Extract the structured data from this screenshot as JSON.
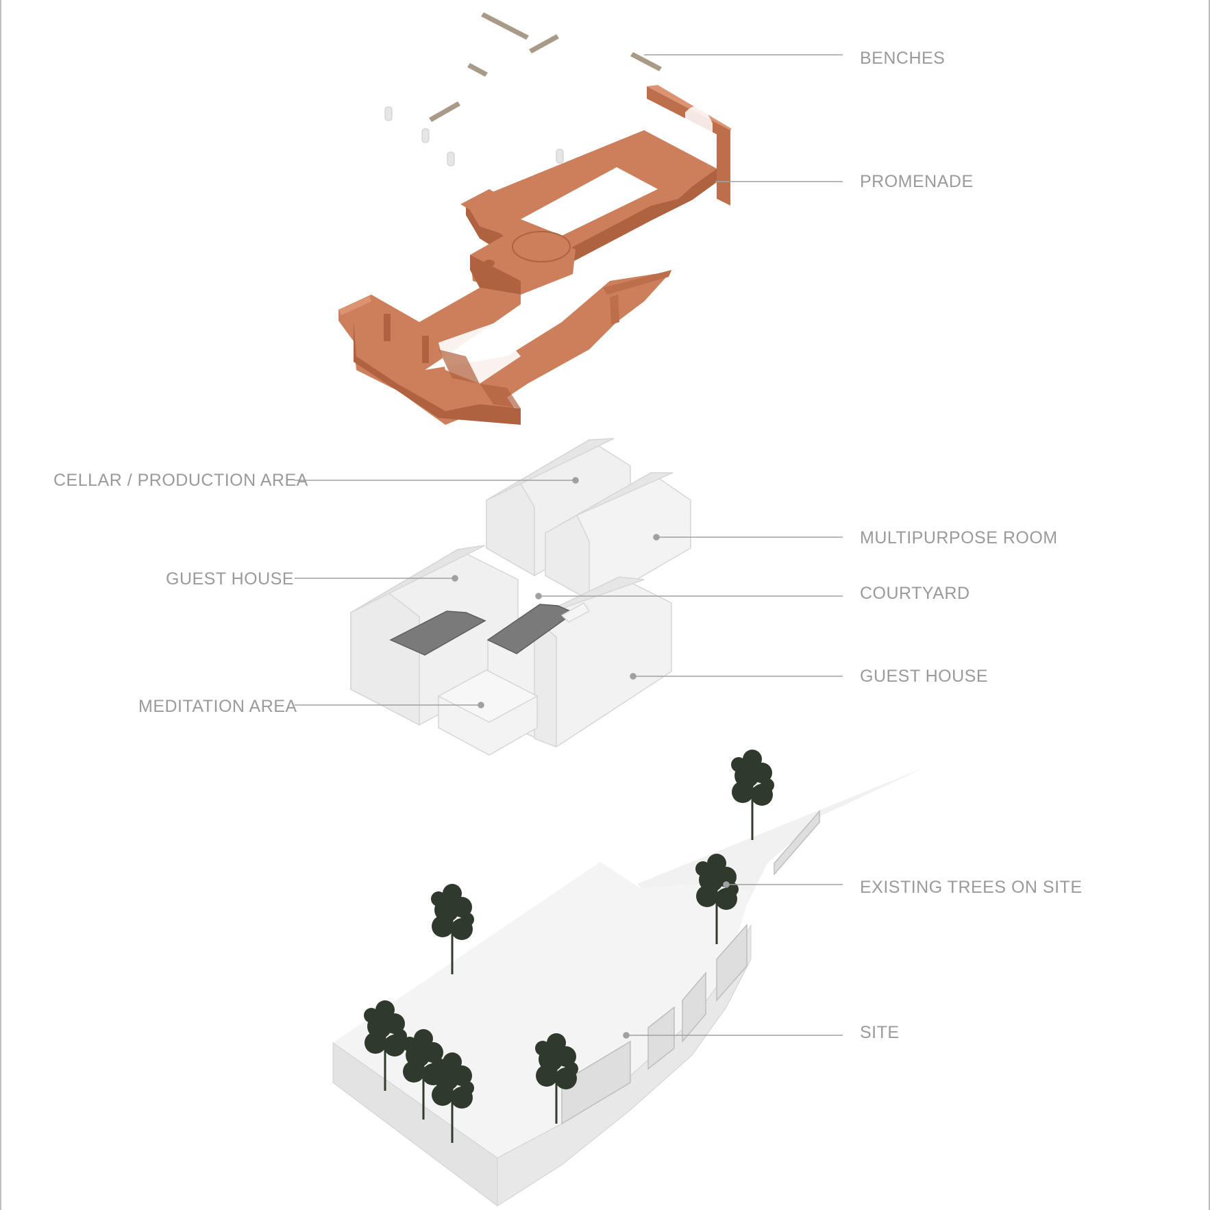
{
  "labels": {
    "benches": "BENCHES",
    "promenade": "PROMENADE",
    "cellar": "CELLAR / PRODUCTION AREA",
    "multipurpose": "MULTIPURPOSE ROOM",
    "guest_house_left": "GUEST HOUSE",
    "courtyard": "COURTYARD",
    "guest_house_right": "GUEST HOUSE",
    "meditation": "MEDITATION AREA",
    "trees": "EXISTING TREES ON SITE",
    "site": "SITE"
  },
  "colors": {
    "promenade": "#c9744e",
    "promenade_dark": "#b8623c",
    "bench": "#a89a86",
    "building": "#efefef",
    "building_edge": "#d6d6d6",
    "opening": "#7a7a7a",
    "tree": "#2f3a2c",
    "leader": "#a0a0a0",
    "label": "#9a9a9a"
  }
}
